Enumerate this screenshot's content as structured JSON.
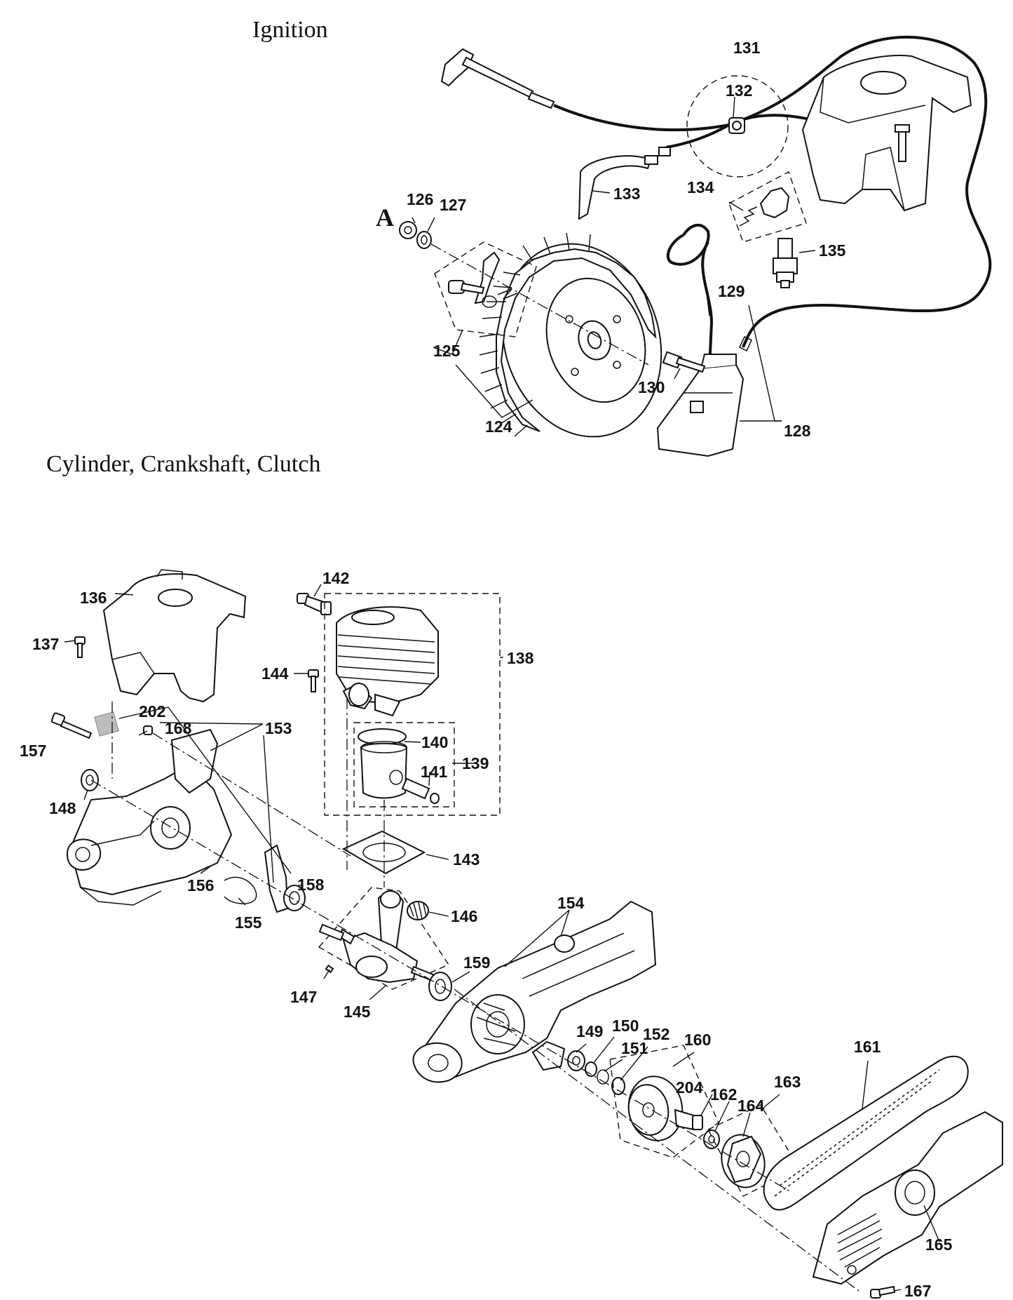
{
  "sections": {
    "ignition_title": "Ignition",
    "cylinder_title": "Cylinder, Crankshaft, Clutch"
  },
  "marker_a": "A",
  "callouts": {
    "c124": "124",
    "c125": "125",
    "c126": "126",
    "c127": "127",
    "c128": "128",
    "c129": "129",
    "c130": "130",
    "c131": "131",
    "c132": "132",
    "c133": "133",
    "c134": "134",
    "c135": "135",
    "c136": "136",
    "c137": "137",
    "c138": "138",
    "c139": "139",
    "c140": "140",
    "c141": "141",
    "c142": "142",
    "c143": "143",
    "c144": "144",
    "c145": "145",
    "c146": "146",
    "c147": "147",
    "c148": "148",
    "c149": "149",
    "c150": "150",
    "c151": "151",
    "c152": "152",
    "c153": "153",
    "c154": "154",
    "c155": "155",
    "c156": "156",
    "c157": "157",
    "c158": "158",
    "c159": "159",
    "c160": "160",
    "c161": "161",
    "c162": "162",
    "c163": "163",
    "c164": "164",
    "c165": "165",
    "c167": "167",
    "c168": "168",
    "c202": "202",
    "c204": "204"
  }
}
